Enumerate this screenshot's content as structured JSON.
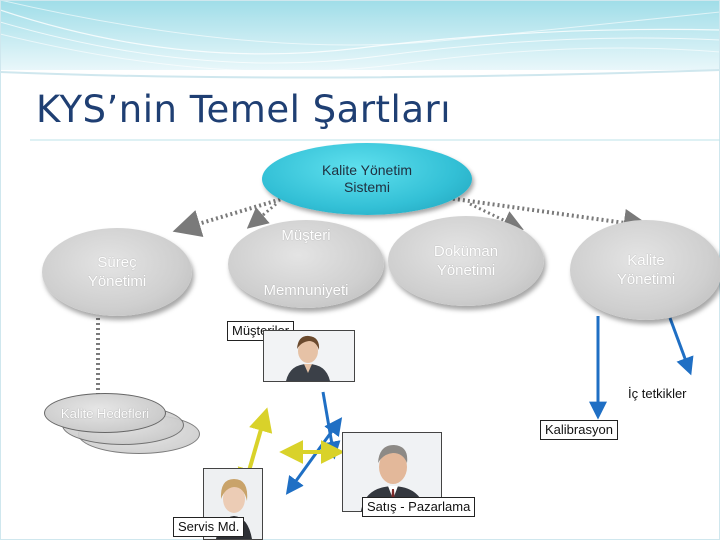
{
  "slide": {
    "title": "KYS’nin Temel Şartları",
    "center_node": {
      "line1": "Kalite Yönetim",
      "line2": "Sistemi"
    },
    "nodes": {
      "surec": {
        "line1": "Süreç",
        "line2": "Yönetimi"
      },
      "musteri": {
        "line1": "Müşteri",
        "line2": "Memnuniyeti"
      },
      "dokuman": {
        "line1": "Doküman",
        "line2": "Yönetimi"
      },
      "kalite": {
        "line1": "Kalite",
        "line2": "Yönetimi"
      }
    },
    "labels": {
      "musteriler": "Müşteriler",
      "ic_tetkikler": "İç tetkikler",
      "kalibrasyon": "Kalibrasyon",
      "satis_pazarlama": "Satış - Pazarlama",
      "servis_md": "Servis Md.",
      "kalite_hedefleri": "Kalite Hedefleri"
    },
    "colors": {
      "title": "#1f3f73",
      "center_node": "#33c0d6",
      "node_fill": "#cfcfcf",
      "arrow_blue": "#1f6fc4",
      "arrow_yellow": "#e8e23a",
      "connector_grey": "#7a7a7a"
    }
  }
}
